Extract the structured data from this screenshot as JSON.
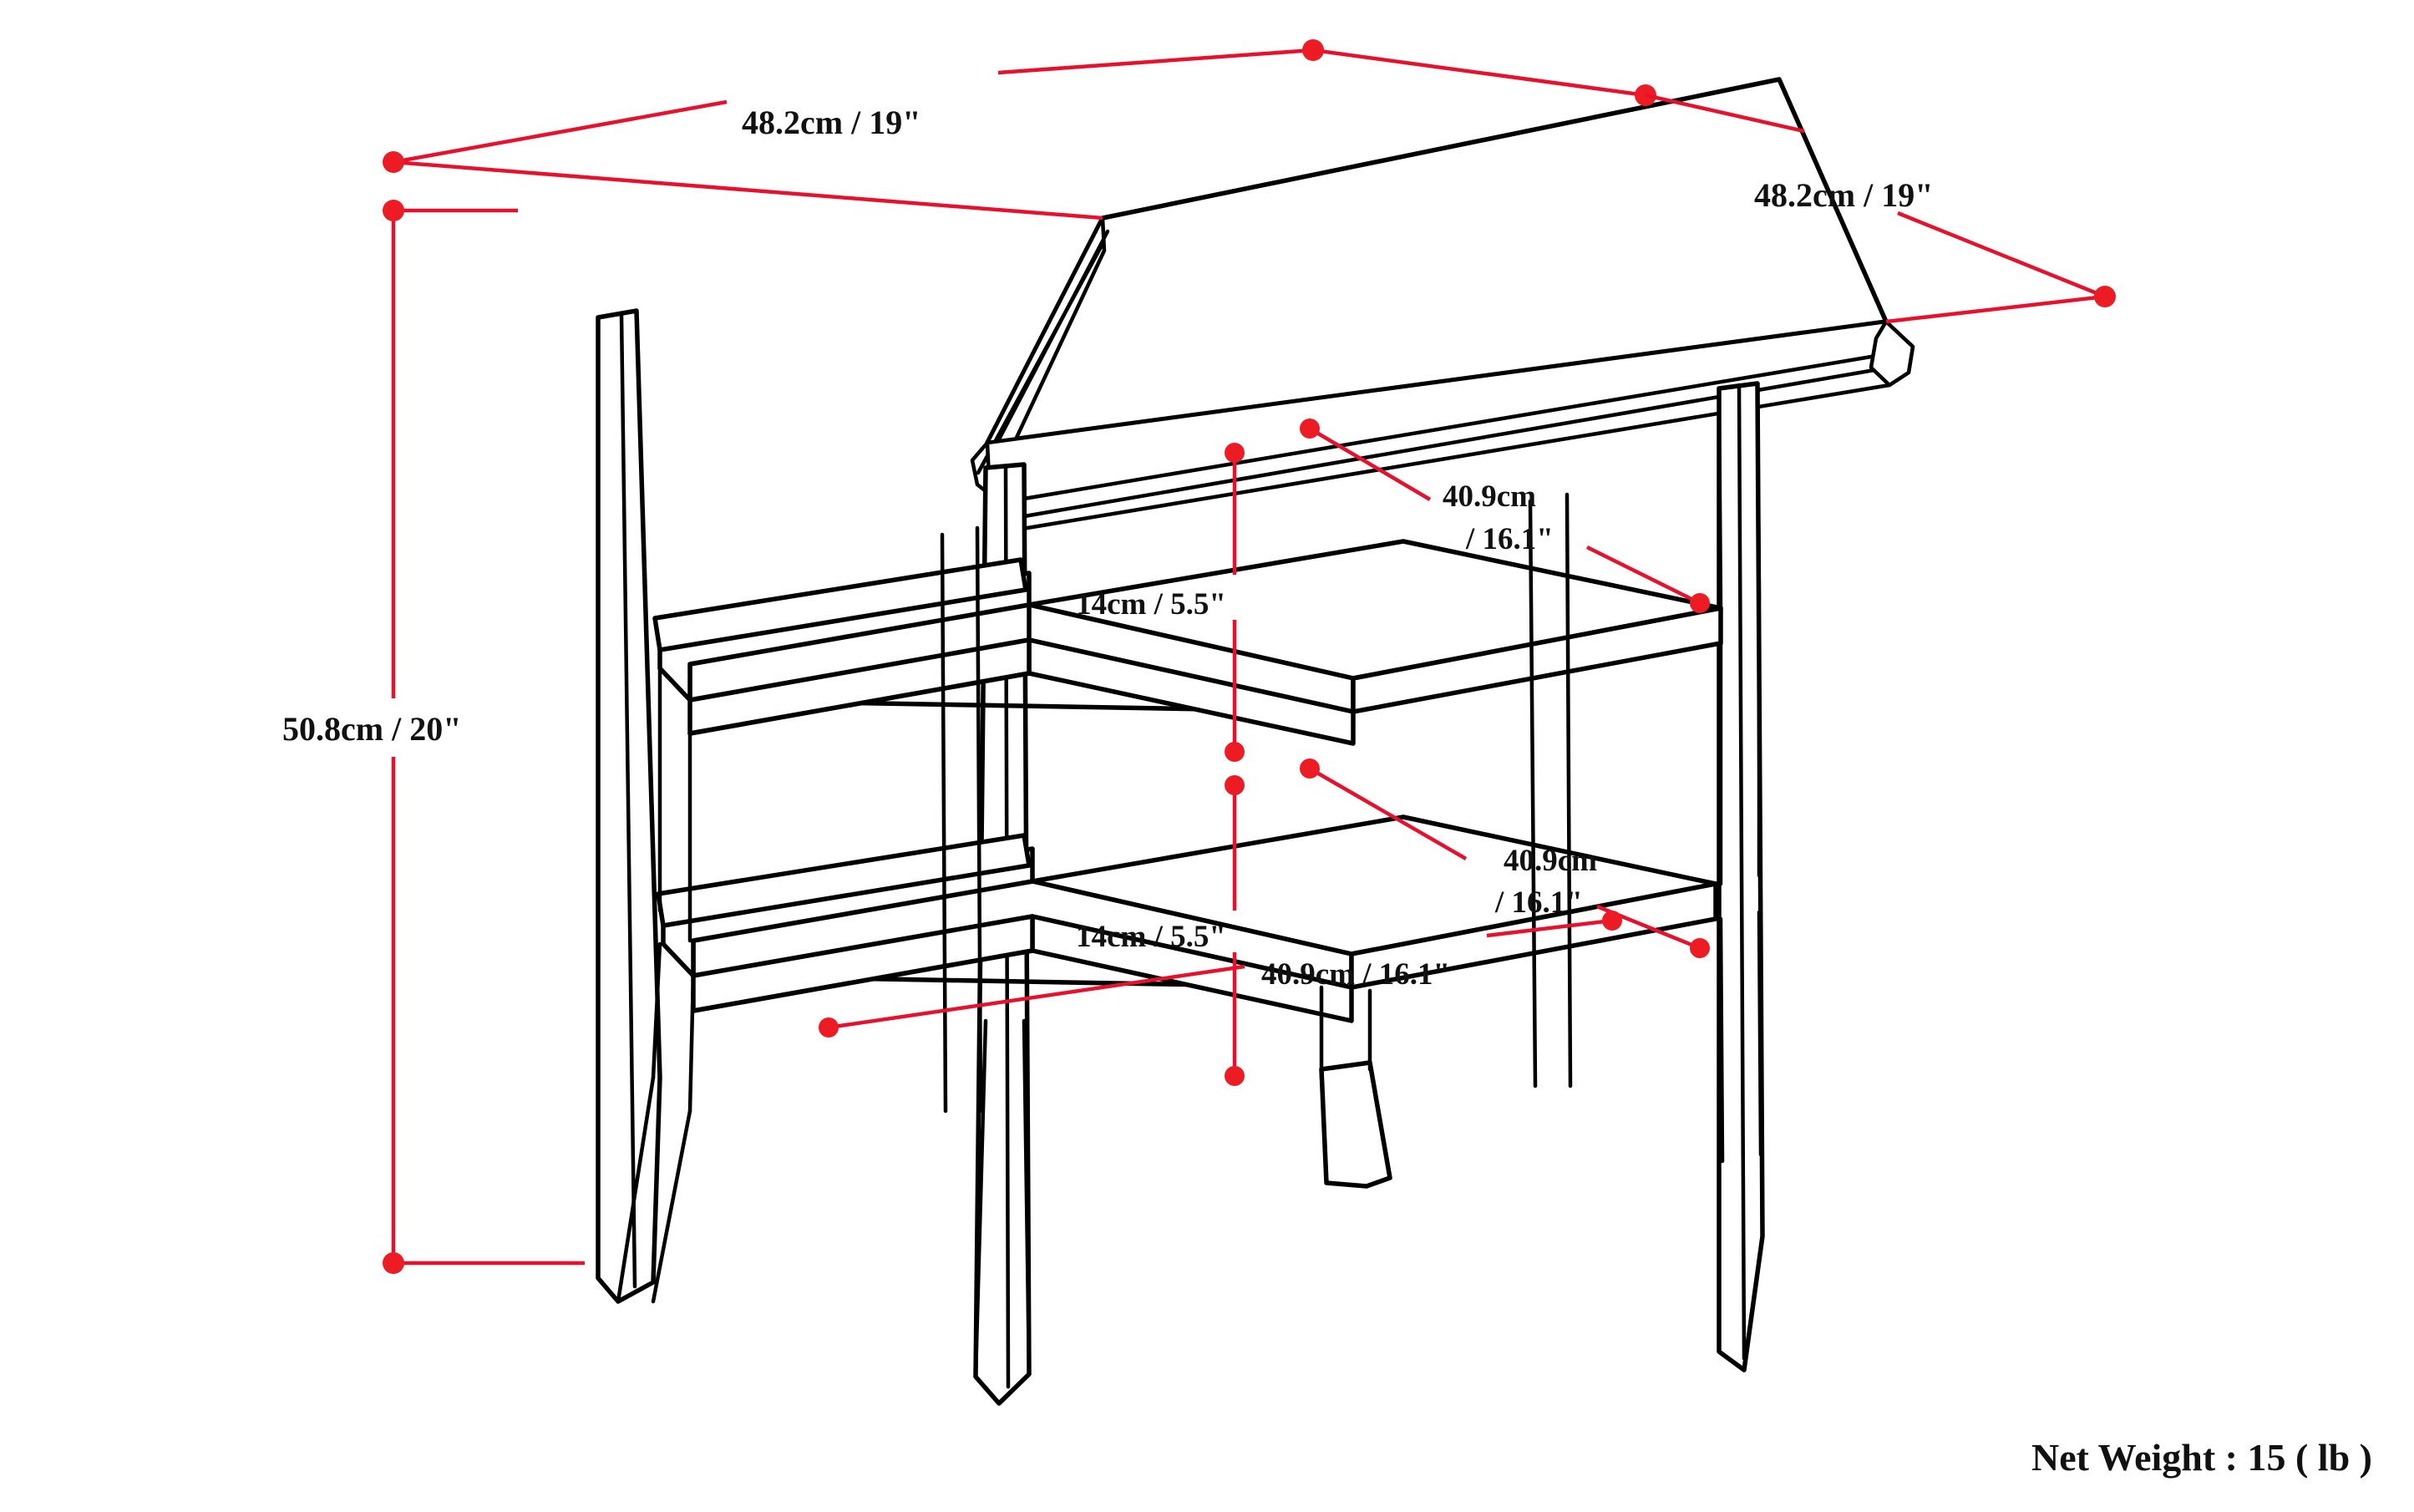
{
  "diagram": {
    "title": "End Table Dimension Diagram",
    "subject": "two-shelf square end table, isometric line drawing",
    "line_color": "#000000",
    "dimension_color": "#E8112D",
    "dot_color": "#ED1C24",
    "background": "#ffffff"
  },
  "dimensions": {
    "top_width": {
      "label": "48.2cm / 19\"",
      "metric": "48.2cm",
      "imperial": "19\"",
      "describes": "tabletop width"
    },
    "top_depth": {
      "label": "48.2cm / 19\"",
      "metric": "48.2cm",
      "imperial": "19\"",
      "describes": "tabletop depth"
    },
    "overall_height": {
      "label": "50.8cm / 20\"",
      "metric": "50.8cm",
      "imperial": "20\"",
      "describes": "overall table height"
    },
    "upper_shelf_depth": {
      "line1": "40.9cm",
      "line2": "/ 16.1\"",
      "metric": "40.9cm",
      "imperial": "16.1\"",
      "describes": "upper shelf depth"
    },
    "upper_shelf_clearance": {
      "label": "14cm / 5.5\"",
      "metric": "14cm",
      "imperial": "5.5\"",
      "describes": "upper shelf clearance height"
    },
    "lower_shelf_depth": {
      "line1": "40.9cm",
      "line2": "/ 16.1\"",
      "metric": "40.9cm",
      "imperial": "16.1\"",
      "describes": "lower shelf depth"
    },
    "lower_shelf_clearance": {
      "label": "14cm / 5.5\"",
      "metric": "14cm",
      "imperial": "5.5\"",
      "describes": "lower shelf clearance height"
    },
    "lower_shelf_width": {
      "label": "40.9cm / 16.1\"",
      "metric": "40.9cm",
      "imperial": "16.1\"",
      "describes": "lower shelf width"
    }
  },
  "footer": {
    "net_weight": "Net Weight : 15 ( lb )",
    "weight_value": "15",
    "weight_unit": "lb"
  }
}
